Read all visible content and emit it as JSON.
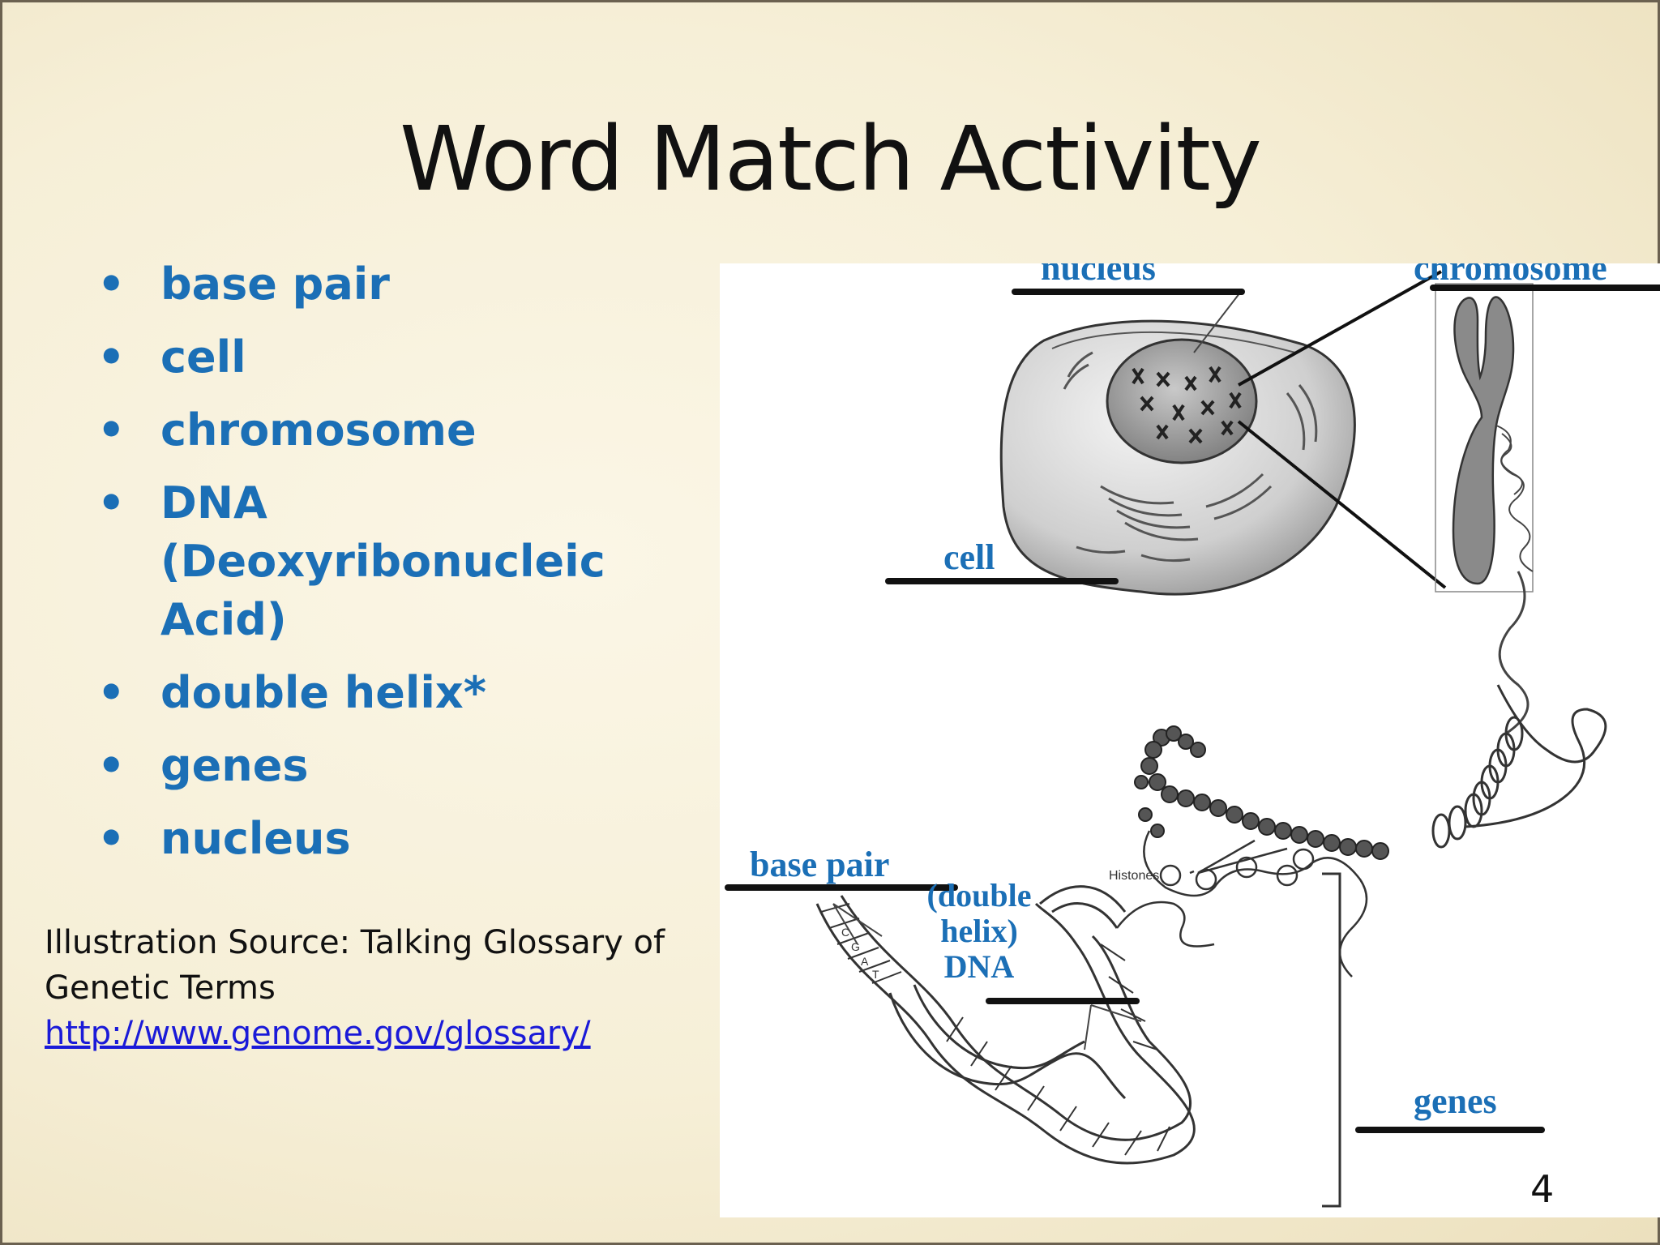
{
  "slide": {
    "title": "Word Match Activity",
    "page_number": "4",
    "accent_color": "#1b6fb6"
  },
  "word_list": [
    {
      "text": "base pair"
    },
    {
      "text": "cell"
    },
    {
      "text": "chromosome"
    },
    {
      "text": "DNA\n(Deoxyribonucleic Acid)"
    },
    {
      "text": "double helix*"
    },
    {
      "text": "genes"
    },
    {
      "text": "nucleus"
    }
  ],
  "source": {
    "line1": "Illustration Source: Talking Glossary of Genetic Terms",
    "link": "http://www.genome.gov/glossary/"
  },
  "figure": {
    "labels": {
      "nucleus": "nucleus",
      "chromosome": "chromosome",
      "cell": "cell",
      "base_pair": "base pair",
      "double_helix_1": "(double",
      "double_helix_2": "helix)",
      "dna": "DNA",
      "genes": "genes",
      "histones": "Histones"
    }
  }
}
